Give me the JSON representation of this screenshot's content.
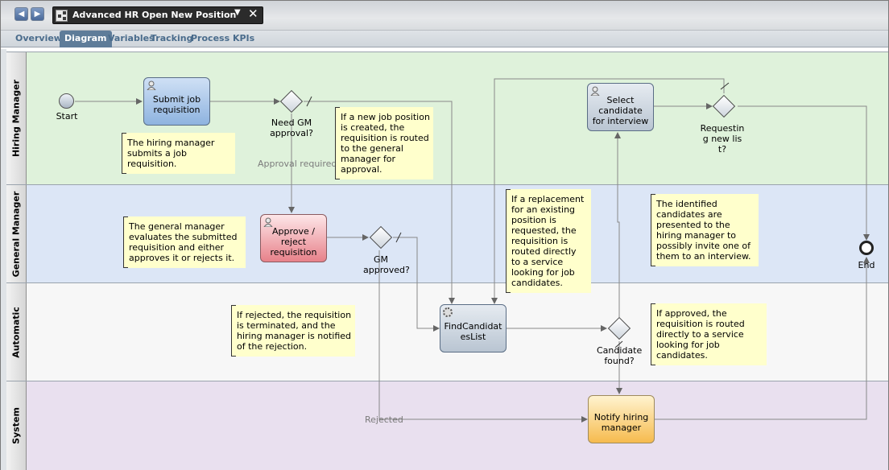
{
  "window": {
    "tab_title": "Advanced HR Open New Position",
    "dropdown_glyph": "▼",
    "close_glyph": "✕",
    "back_glyph": "◀",
    "forward_glyph": "▶"
  },
  "view_tabs": [
    "Overview",
    "Diagram",
    "Variables",
    "Tracking",
    "Process KPIs"
  ],
  "active_view_tab": "Diagram",
  "lanes": [
    "Hiring Manager",
    "General Manager",
    "Automatic",
    "System"
  ],
  "lane_colors": [
    "#dff2db",
    "#dce6f6",
    "#f7f7f7",
    "#e9e0ef"
  ],
  "events": {
    "start": "Start",
    "end": "End"
  },
  "tasks": {
    "submit": "Submit job requisition",
    "approve": "Approve / reject requisition",
    "find": "FindCandidatesList",
    "select": "Select candidate for interview",
    "notify": "Notify hiring manager"
  },
  "gateways": {
    "need_gm": "Need GM approval?",
    "gm_approved": "GM approved?",
    "candidate_found": "Candidate found?",
    "requesting": "Requesting new list?"
  },
  "flow_labels": {
    "approval_required": "Approval required",
    "rejected": "Rejected"
  },
  "notes": {
    "hm_submits": "The hiring manager submits a job requisition.",
    "new_position": "If a new job position is created, the requisition is routed to the general manager for approval.",
    "gm_evaluates": "The general manager evaluates the submitted requisition and either approves it or rejects it.",
    "replacement": "If a replacement for an existing position is requested, the requisition is routed directly to a service looking for job candidates.",
    "identified": "The identified candidates are presented to the hiring manager to possibly invite one of them to an interview.",
    "rejected_note": "If rejected, the requisition is terminated, and the hiring manager is notified of the rejection.",
    "approved_note": "If approved, the requisition is routed directly to a service looking for job candidates."
  },
  "icons": {
    "performer": "person-icon",
    "service": "gear-icon",
    "window": "process-diagram-icon"
  }
}
